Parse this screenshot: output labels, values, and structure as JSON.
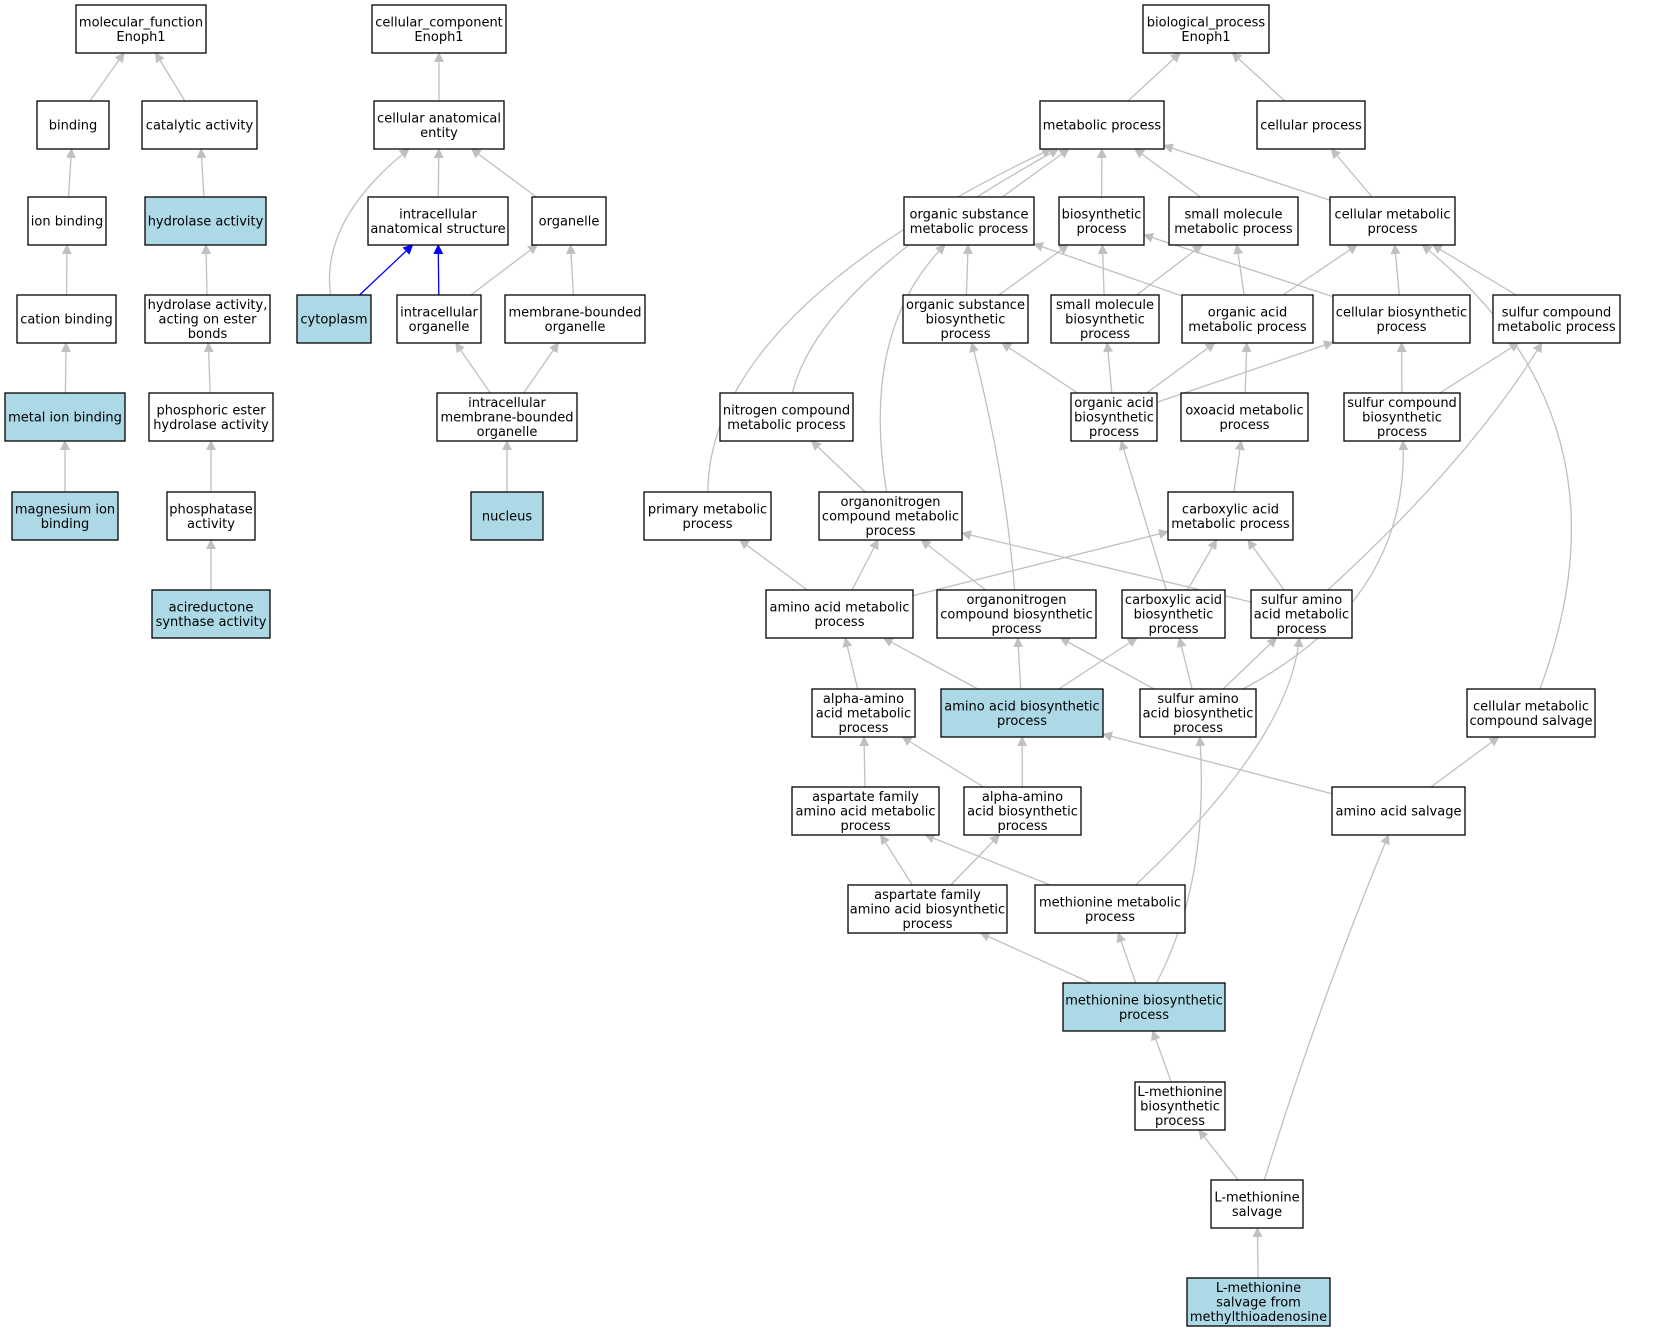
{
  "colors": {
    "highlight": "#add8e6",
    "plain": "#ffffff",
    "edge": "#c0c0c0",
    "edge_strong": "#0000ff"
  },
  "nodes": [
    {
      "id": "mf_root",
      "lines": [
        "molecular_function",
        "Enoph1"
      ],
      "hl": false
    },
    {
      "id": "binding",
      "lines": [
        "binding"
      ],
      "hl": false
    },
    {
      "id": "catalytic",
      "lines": [
        "catalytic activity"
      ],
      "hl": false
    },
    {
      "id": "ion_binding",
      "lines": [
        "ion binding"
      ],
      "hl": false
    },
    {
      "id": "hydrolase",
      "lines": [
        "hydrolase activity"
      ],
      "hl": true
    },
    {
      "id": "cation_binding",
      "lines": [
        "cation binding"
      ],
      "hl": false
    },
    {
      "id": "hydrolase_ester",
      "lines": [
        "hydrolase activity,",
        "acting on ester",
        "bonds"
      ],
      "hl": false
    },
    {
      "id": "metal_ion",
      "lines": [
        "metal ion binding"
      ],
      "hl": true
    },
    {
      "id": "phosphoric_ester",
      "lines": [
        "phosphoric ester",
        "hydrolase activity"
      ],
      "hl": false
    },
    {
      "id": "magnesium",
      "lines": [
        "magnesium ion",
        "binding"
      ],
      "hl": true
    },
    {
      "id": "phosphatase",
      "lines": [
        "phosphatase",
        "activity"
      ],
      "hl": false
    },
    {
      "id": "acireductone",
      "lines": [
        "acireductone",
        "synthase activity"
      ],
      "hl": true
    },
    {
      "id": "cc_root",
      "lines": [
        "cellular_component",
        "Enoph1"
      ],
      "hl": false
    },
    {
      "id": "cae",
      "lines": [
        "cellular anatomical",
        "entity"
      ],
      "hl": false
    },
    {
      "id": "ias",
      "lines": [
        "intracellular",
        "anatomical structure"
      ],
      "hl": false
    },
    {
      "id": "organelle",
      "lines": [
        "organelle"
      ],
      "hl": false
    },
    {
      "id": "cytoplasm",
      "lines": [
        "cytoplasm"
      ],
      "hl": true
    },
    {
      "id": "intra_organelle",
      "lines": [
        "intracellular",
        "organelle"
      ],
      "hl": false
    },
    {
      "id": "mb_organelle",
      "lines": [
        "membrane-bounded",
        "organelle"
      ],
      "hl": false
    },
    {
      "id": "imbo",
      "lines": [
        "intracellular",
        "membrane-bounded",
        "organelle"
      ],
      "hl": false
    },
    {
      "id": "nucleus",
      "lines": [
        "nucleus"
      ],
      "hl": true
    },
    {
      "id": "bp_root",
      "lines": [
        "biological_process",
        "Enoph1"
      ],
      "hl": false
    },
    {
      "id": "metabolic",
      "lines": [
        "metabolic process"
      ],
      "hl": false
    },
    {
      "id": "cellular_process",
      "lines": [
        "cellular process"
      ],
      "hl": false
    },
    {
      "id": "org_sub_met",
      "lines": [
        "organic substance",
        "metabolic process"
      ],
      "hl": false
    },
    {
      "id": "biosynthetic",
      "lines": [
        "biosynthetic",
        "process"
      ],
      "hl": false
    },
    {
      "id": "small_mol_met",
      "lines": [
        "small molecule",
        "metabolic process"
      ],
      "hl": false
    },
    {
      "id": "cell_met",
      "lines": [
        "cellular metabolic",
        "process"
      ],
      "hl": false
    },
    {
      "id": "org_sub_bio",
      "lines": [
        "organic substance",
        "biosynthetic",
        "process"
      ],
      "hl": false
    },
    {
      "id": "small_mol_bio",
      "lines": [
        "small molecule",
        "biosynthetic",
        "process"
      ],
      "hl": false
    },
    {
      "id": "org_acid_met",
      "lines": [
        "organic acid",
        "metabolic process"
      ],
      "hl": false
    },
    {
      "id": "cell_bio",
      "lines": [
        "cellular biosynthetic",
        "process"
      ],
      "hl": false
    },
    {
      "id": "sulfur_comp_met",
      "lines": [
        "sulfur compound",
        "metabolic process"
      ],
      "hl": false
    },
    {
      "id": "nitrogen_met",
      "lines": [
        "nitrogen compound",
        "metabolic process"
      ],
      "hl": false
    },
    {
      "id": "org_acid_bio",
      "lines": [
        "organic acid",
        "biosynthetic",
        "process"
      ],
      "hl": false
    },
    {
      "id": "oxoacid_met",
      "lines": [
        "oxoacid metabolic",
        "process"
      ],
      "hl": false
    },
    {
      "id": "sulfur_comp_bio",
      "lines": [
        "sulfur compound",
        "biosynthetic",
        "process"
      ],
      "hl": false
    },
    {
      "id": "primary_met",
      "lines": [
        "primary metabolic",
        "process"
      ],
      "hl": false
    },
    {
      "id": "organonitrogen_met",
      "lines": [
        "organonitrogen",
        "compound metabolic",
        "process"
      ],
      "hl": false
    },
    {
      "id": "carboxylic_met",
      "lines": [
        "carboxylic acid",
        "metabolic process"
      ],
      "hl": false
    },
    {
      "id": "amino_met",
      "lines": [
        "amino acid metabolic",
        "process"
      ],
      "hl": false
    },
    {
      "id": "organonitrogen_bio",
      "lines": [
        "organonitrogen",
        "compound biosynthetic",
        "process"
      ],
      "hl": false
    },
    {
      "id": "carboxylic_bio",
      "lines": [
        "carboxylic acid",
        "biosynthetic",
        "process"
      ],
      "hl": false
    },
    {
      "id": "sulfur_amino_met",
      "lines": [
        "sulfur amino",
        "acid metabolic",
        "process"
      ],
      "hl": false
    },
    {
      "id": "alpha_amino_met",
      "lines": [
        "alpha-amino",
        "acid metabolic",
        "process"
      ],
      "hl": false
    },
    {
      "id": "amino_bio",
      "lines": [
        "amino acid biosynthetic",
        "process"
      ],
      "hl": true
    },
    {
      "id": "sulfur_amino_bio",
      "lines": [
        "sulfur amino",
        "acid biosynthetic",
        "process"
      ],
      "hl": false
    },
    {
      "id": "cell_met_salvage",
      "lines": [
        "cellular metabolic",
        "compound salvage"
      ],
      "hl": false
    },
    {
      "id": "aspartate_met",
      "lines": [
        "aspartate family",
        "amino acid metabolic",
        "process"
      ],
      "hl": false
    },
    {
      "id": "alpha_amino_bio",
      "lines": [
        "alpha-amino",
        "acid biosynthetic",
        "process"
      ],
      "hl": false
    },
    {
      "id": "amino_salvage",
      "lines": [
        "amino acid salvage"
      ],
      "hl": false
    },
    {
      "id": "aspartate_bio",
      "lines": [
        "aspartate family",
        "amino acid biosynthetic",
        "process"
      ],
      "hl": false
    },
    {
      "id": "methionine_met",
      "lines": [
        "methionine metabolic",
        "process"
      ],
      "hl": false
    },
    {
      "id": "methionine_bio",
      "lines": [
        "methionine biosynthetic",
        "process"
      ],
      "hl": true
    },
    {
      "id": "lmet_bio",
      "lines": [
        "L-methionine",
        "biosynthetic",
        "process"
      ],
      "hl": false
    },
    {
      "id": "lmet_salvage",
      "lines": [
        "L-methionine",
        "salvage"
      ],
      "hl": false
    },
    {
      "id": "lmet_mta",
      "lines": [
        "L-methionine",
        "salvage from",
        "methylthioadenosine"
      ],
      "hl": true
    }
  ],
  "edges": [
    {
      "from": "binding",
      "to": "mf_root"
    },
    {
      "from": "catalytic",
      "to": "mf_root"
    },
    {
      "from": "ion_binding",
      "to": "binding"
    },
    {
      "from": "hydrolase",
      "to": "catalytic"
    },
    {
      "from": "cation_binding",
      "to": "ion_binding"
    },
    {
      "from": "hydrolase_ester",
      "to": "hydrolase"
    },
    {
      "from": "metal_ion",
      "to": "cation_binding"
    },
    {
      "from": "phosphoric_ester",
      "to": "hydrolase_ester"
    },
    {
      "from": "magnesium",
      "to": "metal_ion"
    },
    {
      "from": "phosphatase",
      "to": "phosphoric_ester"
    },
    {
      "from": "acireductone",
      "to": "phosphatase"
    },
    {
      "from": "cae",
      "to": "cc_root"
    },
    {
      "from": "ias",
      "to": "cae"
    },
    {
      "from": "organelle",
      "to": "cae"
    },
    {
      "from": "cytoplasm",
      "to": "cae"
    },
    {
      "from": "cytoplasm",
      "to": "ias",
      "strong": true
    },
    {
      "from": "intra_organelle",
      "to": "ias",
      "strong": true
    },
    {
      "from": "intra_organelle",
      "to": "organelle"
    },
    {
      "from": "mb_organelle",
      "to": "organelle"
    },
    {
      "from": "imbo",
      "to": "intra_organelle"
    },
    {
      "from": "imbo",
      "to": "mb_organelle"
    },
    {
      "from": "nucleus",
      "to": "imbo"
    },
    {
      "from": "metabolic",
      "to": "bp_root"
    },
    {
      "from": "cellular_process",
      "to": "bp_root"
    },
    {
      "from": "org_sub_met",
      "to": "metabolic"
    },
    {
      "from": "biosynthetic",
      "to": "metabolic"
    },
    {
      "from": "small_mol_met",
      "to": "metabolic"
    },
    {
      "from": "cell_met",
      "to": "metabolic"
    },
    {
      "from": "cell_met",
      "to": "cellular_process"
    },
    {
      "from": "nitrogen_met",
      "to": "metabolic"
    },
    {
      "from": "primary_met",
      "to": "metabolic"
    },
    {
      "from": "org_sub_bio",
      "to": "org_sub_met"
    },
    {
      "from": "org_sub_bio",
      "to": "biosynthetic"
    },
    {
      "from": "small_mol_bio",
      "to": "biosynthetic"
    },
    {
      "from": "small_mol_bio",
      "to": "small_mol_met"
    },
    {
      "from": "org_acid_met",
      "to": "org_sub_met"
    },
    {
      "from": "org_acid_met",
      "to": "small_mol_met"
    },
    {
      "from": "org_acid_met",
      "to": "cell_met"
    },
    {
      "from": "cell_bio",
      "to": "biosynthetic"
    },
    {
      "from": "cell_bio",
      "to": "cell_met"
    },
    {
      "from": "sulfur_comp_met",
      "to": "cell_met"
    },
    {
      "from": "org_acid_bio",
      "to": "org_sub_bio"
    },
    {
      "from": "org_acid_bio",
      "to": "small_mol_bio"
    },
    {
      "from": "org_acid_bio",
      "to": "org_acid_met"
    },
    {
      "from": "org_acid_bio",
      "to": "cell_bio"
    },
    {
      "from": "oxoacid_met",
      "to": "org_acid_met"
    },
    {
      "from": "sulfur_comp_bio",
      "to": "cell_bio"
    },
    {
      "from": "sulfur_comp_bio",
      "to": "sulfur_comp_met"
    },
    {
      "from": "organonitrogen_met",
      "to": "nitrogen_met"
    },
    {
      "from": "organonitrogen_met",
      "to": "org_sub_met"
    },
    {
      "from": "carboxylic_met",
      "to": "oxoacid_met"
    },
    {
      "from": "amino_met",
      "to": "primary_met"
    },
    {
      "from": "amino_met",
      "to": "organonitrogen_met"
    },
    {
      "from": "amino_met",
      "to": "carboxylic_met"
    },
    {
      "from": "organonitrogen_bio",
      "to": "organonitrogen_met"
    },
    {
      "from": "organonitrogen_bio",
      "to": "org_sub_bio"
    },
    {
      "from": "carboxylic_bio",
      "to": "carboxylic_met"
    },
    {
      "from": "carboxylic_bio",
      "to": "org_acid_bio"
    },
    {
      "from": "sulfur_amino_met",
      "to": "carboxylic_met"
    },
    {
      "from": "sulfur_amino_met",
      "to": "organonitrogen_met"
    },
    {
      "from": "sulfur_amino_met",
      "to": "sulfur_comp_met"
    },
    {
      "from": "alpha_amino_met",
      "to": "amino_met"
    },
    {
      "from": "amino_bio",
      "to": "amino_met"
    },
    {
      "from": "amino_bio",
      "to": "organonitrogen_bio"
    },
    {
      "from": "amino_bio",
      "to": "carboxylic_bio"
    },
    {
      "from": "sulfur_amino_bio",
      "to": "organonitrogen_bio"
    },
    {
      "from": "sulfur_amino_bio",
      "to": "carboxylic_bio"
    },
    {
      "from": "sulfur_amino_bio",
      "to": "sulfur_amino_met"
    },
    {
      "from": "sulfur_amino_bio",
      "to": "sulfur_comp_bio"
    },
    {
      "from": "cell_met_salvage",
      "to": "cell_met"
    },
    {
      "from": "aspartate_met",
      "to": "alpha_amino_met"
    },
    {
      "from": "alpha_amino_bio",
      "to": "alpha_amino_met"
    },
    {
      "from": "alpha_amino_bio",
      "to": "amino_bio"
    },
    {
      "from": "amino_salvage",
      "to": "amino_bio"
    },
    {
      "from": "amino_salvage",
      "to": "cell_met_salvage"
    },
    {
      "from": "aspartate_bio",
      "to": "aspartate_met"
    },
    {
      "from": "aspartate_bio",
      "to": "alpha_amino_bio"
    },
    {
      "from": "methionine_met",
      "to": "aspartate_met"
    },
    {
      "from": "methionine_met",
      "to": "sulfur_amino_met"
    },
    {
      "from": "methionine_bio",
      "to": "aspartate_bio"
    },
    {
      "from": "methionine_bio",
      "to": "methionine_met"
    },
    {
      "from": "methionine_bio",
      "to": "sulfur_amino_bio"
    },
    {
      "from": "lmet_bio",
      "to": "methionine_bio"
    },
    {
      "from": "lmet_salvage",
      "to": "lmet_bio"
    },
    {
      "from": "lmet_salvage",
      "to": "amino_salvage"
    },
    {
      "from": "lmet_mta",
      "to": "lmet_salvage"
    }
  ]
}
